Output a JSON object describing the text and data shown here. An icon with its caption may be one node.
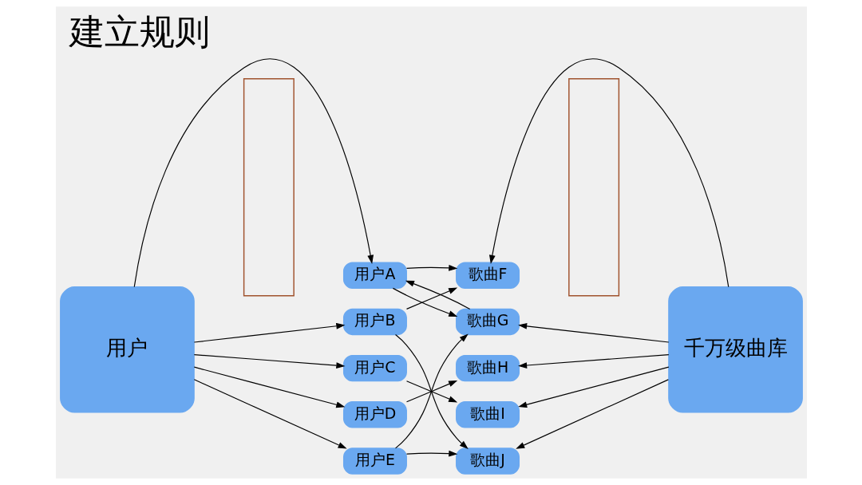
{
  "diagram": {
    "title": "建立规则",
    "nodes": [
      {
        "text": [
          "用户"
        ]
      },
      {
        "text": [],
        "shape": "box"
      },
      {
        "text": [
          "用户A"
        ]
      },
      {
        "text": [
          "用户B"
        ]
      },
      {
        "text": [
          "用户C"
        ]
      },
      {
        "text": [
          "用户D"
        ]
      },
      {
        "text": [
          "用户E"
        ]
      },
      {
        "text": [
          "歌曲F"
        ]
      },
      {
        "text": [
          "歌曲G"
        ]
      },
      {
        "text": [
          "歌曲H"
        ]
      },
      {
        "text": [
          "歌曲I"
        ]
      },
      {
        "text": [
          "歌曲J"
        ]
      },
      {
        "text": [],
        "shape": "box"
      },
      {
        "text": [
          "千万级曲库"
        ]
      }
    ],
    "edges": [
      {
        "from": 0,
        "to": 2,
        "arrow": "to"
      },
      {
        "from": 0,
        "to": 3,
        "arrow": "to"
      },
      {
        "from": 0,
        "to": 4,
        "arrow": "to"
      },
      {
        "from": 0,
        "to": 5,
        "arrow": "to"
      },
      {
        "from": 0,
        "to": 6,
        "arrow": "to"
      },
      {
        "from": 2,
        "to": 7,
        "arrow": "to"
      },
      {
        "from": 2,
        "to": 8,
        "arrow": "to"
      },
      {
        "from": 8,
        "to": 2,
        "arrow": "to"
      },
      {
        "from": 3,
        "to": 7,
        "arrow": "to"
      },
      {
        "from": 3,
        "to": 11,
        "arrow": "to"
      },
      {
        "from": 4,
        "to": 10,
        "arrow": "to"
      },
      {
        "from": 5,
        "to": 9,
        "arrow": "to"
      },
      {
        "from": 6,
        "to": 8,
        "arrow": "to"
      },
      {
        "from": 6,
        "to": 11,
        "arrow": "to"
      },
      {
        "from": 13,
        "to": 7,
        "arrow": "to"
      },
      {
        "from": 13,
        "to": 8,
        "arrow": "to"
      },
      {
        "from": 13,
        "to": 9,
        "arrow": "to"
      },
      {
        "from": 13,
        "to": 10,
        "arrow": "to"
      },
      {
        "from": 13,
        "to": 11,
        "arrow": "to"
      }
    ]
  }
}
